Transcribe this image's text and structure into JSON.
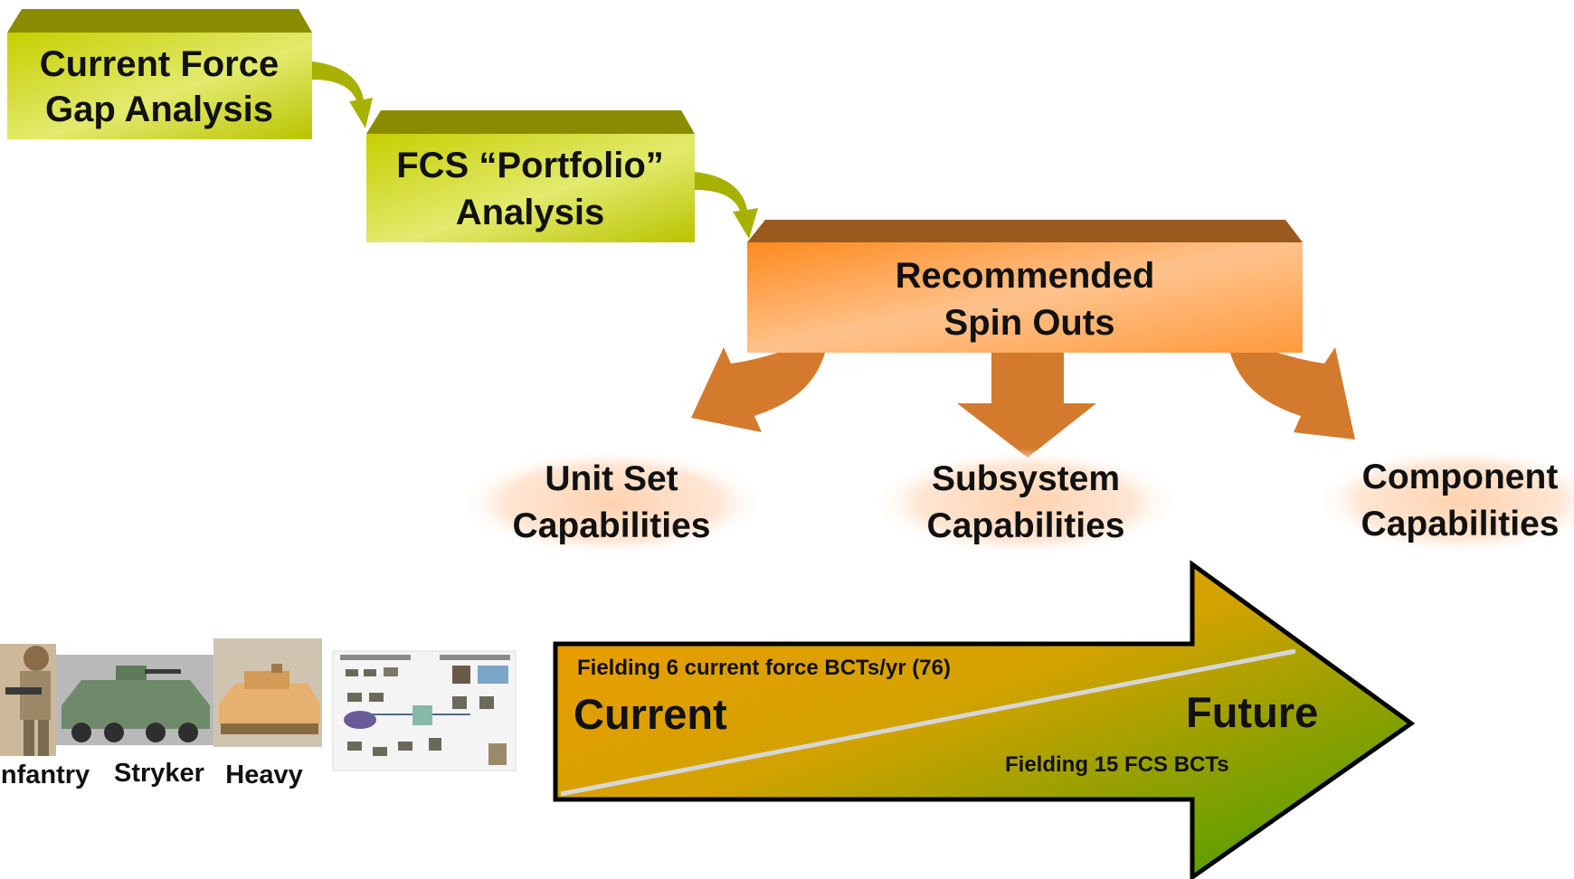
{
  "steps": {
    "gap_analysis": [
      "Current Force",
      "Gap Analysis"
    ],
    "portfolio_analysis": [
      "FCS “Portfolio”",
      "Analysis"
    ],
    "spin_outs": [
      "Recommended",
      "Spin Outs"
    ]
  },
  "capabilities": {
    "unit_set": [
      "Unit Set",
      "Capabilities"
    ],
    "subsystem": [
      "Subsystem",
      "Capabilities"
    ],
    "component": [
      "Component",
      "Capabilities"
    ]
  },
  "vehicles": {
    "infantry": "Infantry",
    "stryker": "Stryker",
    "heavy": "Heavy"
  },
  "timeline": {
    "top_text": "Fielding 6 current force BCTs/yr (76)",
    "current": "Current",
    "future": "Future",
    "bottom_text": "Fielding 15 FCS BCTs"
  },
  "colors": {
    "green_box": "#c8d400",
    "orange_box": "#ff9a3c",
    "orange_arrow": "#d47a2c",
    "timeline_start": "#f29a00",
    "timeline_end": "#4da000"
  }
}
